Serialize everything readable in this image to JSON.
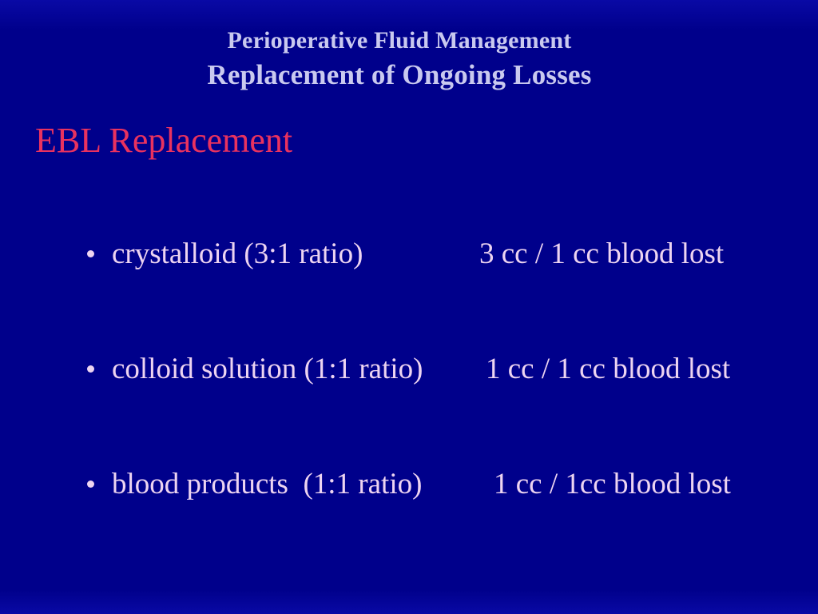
{
  "slide": {
    "title_line1": "Perioperative Fluid Management",
    "title_line2": "Replacement of Ongoing Losses",
    "heading": "EBL Replacement",
    "bullets": [
      {
        "label": "crystalloid (3:1 ratio)",
        "value": "3 cc / 1 cc blood lost"
      },
      {
        "label": "colloid solution (1:1 ratio)",
        "value": "1 cc / 1 cc blood lost"
      },
      {
        "label": "blood products  (1:1 ratio)",
        "value": "1 cc / 1cc blood lost"
      }
    ],
    "colors": {
      "background": "#00008B",
      "background_edge": "#0909A5",
      "title": "#C9C9EF",
      "heading": "#E9325F",
      "body": "#EDD4F1"
    }
  }
}
